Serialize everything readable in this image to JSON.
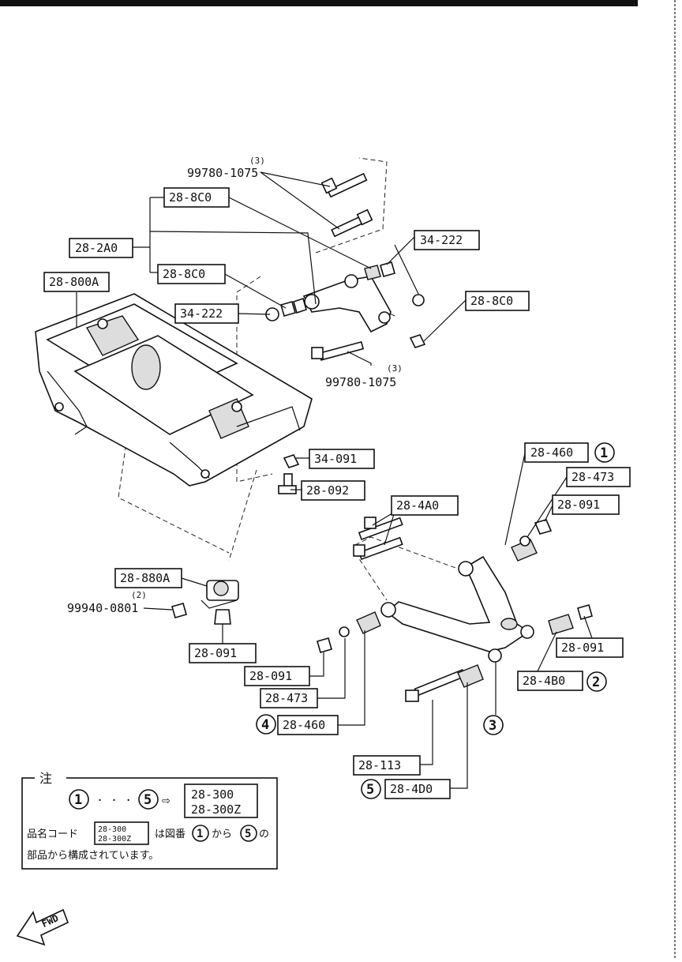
{
  "labels": {
    "bolt_upper_qty": "(3)",
    "bolt_upper": "99780-1075",
    "arm_upper_a": "28-8C0",
    "arm_assy": "28-2A0",
    "arm_upper_b": "28-8C0",
    "nut_left": "34-222",
    "nut_right": "34-222",
    "arm_right": "28-8C0",
    "bolt_lower_qty": "(3)",
    "bolt_lower": "99780-1075",
    "crossmember": "28-800A",
    "nut_mid": "34-091",
    "bolt_mid": "28-092",
    "bushing_top": "28-460",
    "washer_top": "28-473",
    "nut_top": "28-091",
    "bolt_set": "28-4A0",
    "mount": "28-880A",
    "mount_bolt_qty": "(2)",
    "mount_bolt": "99940-0801",
    "mount_nut": "28-091",
    "nut_right2": "28-091",
    "bushing_right": "28-4B0",
    "nut_left2": "28-091",
    "washer_left": "28-473",
    "bushing_left": "28-460",
    "bolt_bottom": "28-113",
    "bushing_bottom": "28-4D0"
  },
  "callouts": {
    "c1": "1",
    "c2": "2",
    "c3": "3",
    "c4": "4",
    "c5": "5"
  },
  "note": {
    "title": "注",
    "range_from": "1",
    "dots": "· · ·",
    "range_to": "5",
    "arrow": "⇨",
    "code_a": "28-300",
    "code_b": "28-300Z",
    "text1": "品名コード",
    "small_a": "28-300",
    "small_b": "28-300Z",
    "text2": "は図番",
    "c_from": "1",
    "text3": "から",
    "c_to": "5",
    "text4": "の",
    "text5": "部品から構成されています。"
  },
  "fwd": "FWD"
}
